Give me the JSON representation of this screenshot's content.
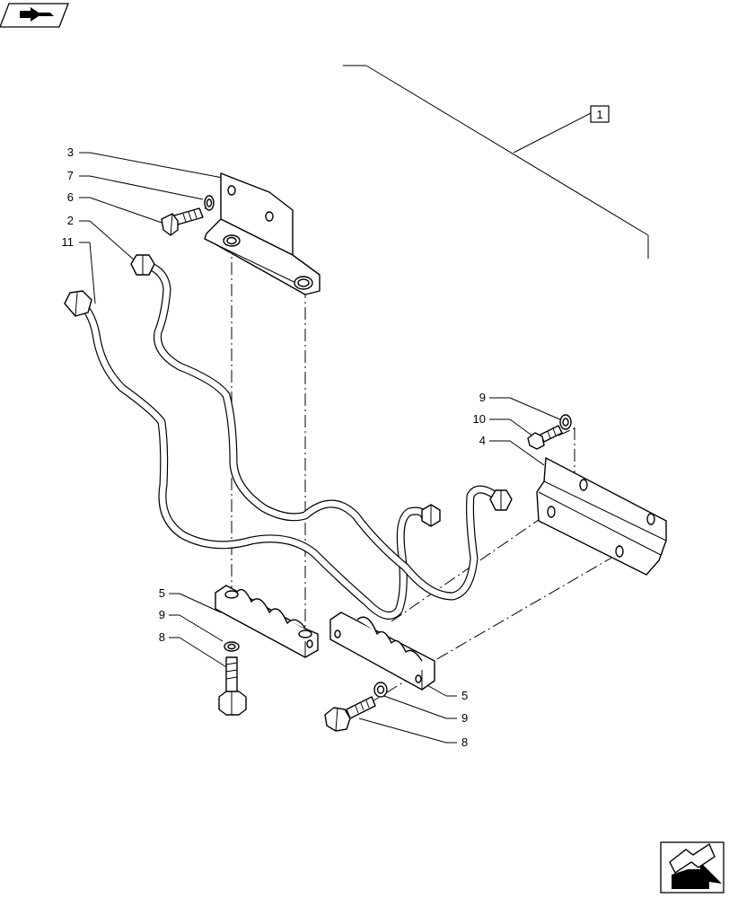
{
  "nav": {
    "prev_icon": "back-arrow-icon",
    "next_icon": "forward-arrow-icon"
  },
  "assembly_callout": "1",
  "callouts": {
    "c3": "3",
    "c7": "7",
    "c6": "6",
    "c2": "2",
    "c11": "11",
    "c9a": "9",
    "c10": "10",
    "c4": "4",
    "c5a": "5",
    "c9b": "9",
    "c8a": "8",
    "c5b": "5",
    "c9c": "9",
    "c8b": "8"
  }
}
